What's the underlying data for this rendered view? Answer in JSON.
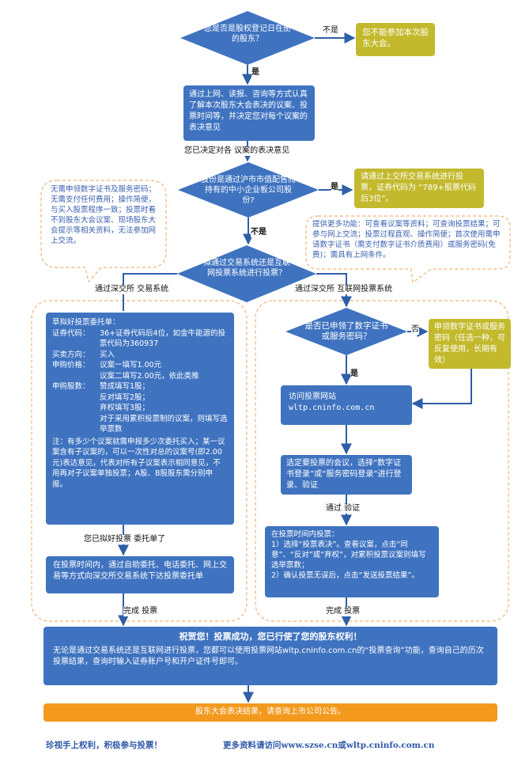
{
  "q1": {
    "text": "您是否是股权登记日在册的股东？",
    "no": "不是",
    "yes": "是",
    "no_result": "您不能参加本次股东大会。"
  },
  "step_learn": "通过上网、读报、咨询等方式认真了解本次股东大会表决的议案、投票时间等，并决定您对每个议案的表决意见",
  "label_decided": "您已决定对各 议案的表决意见",
  "q2": {
    "text": "股份是通过沪市市值配售而持有的中小企业板公司股份?",
    "yes": "是",
    "no": "不是",
    "yes_result": "请通过上交所交易系统进行投票，证券代码为 “789+股票代码后3位”。"
  },
  "note_left": "无需申领数字证书及服务密码；无需支付任何费用；操作简便，与买入股票程序一致；投票时看不到股东大会议案、现场股东大会提示等相关资料，无法参加网上交流。",
  "note_right": "提供更多功能：可查看议案等资料；可查询投票结果；可参与网上交流；投票过程直观、操作简便；首次使用需申请数字证书（需支付数字证书介质费用）或服务密码(免费)；需具有上网条件。",
  "q3": {
    "text": "拟通过交易系统还是互联网投票系统进行投票？"
  },
  "label_trade": "通过深交所 交易系统",
  "label_internet": "通过深交所 互联网投票系统",
  "draft": {
    "title": "草拟好投票委托单：",
    "rows": [
      {
        "k": "证券代码：",
        "v": "36+证券代码后4位，如金牛能源的投票代码为360937"
      },
      {
        "k": "买卖方向：",
        "v": "买入"
      },
      {
        "k": "申购价格：",
        "v": "议案一填写1.00元"
      },
      {
        "k": "",
        "v": "议案二填写2.00元，依此类推"
      },
      {
        "k": "申购股数：",
        "v": "赞成填写1股；"
      },
      {
        "k": "",
        "v": "反对填写2股；"
      },
      {
        "k": "",
        "v": "弃权填写3股；"
      },
      {
        "k": "",
        "v": "对于采用累积投票制的议案，则填写选举票数"
      }
    ],
    "note": "注：有多少个议案就需申报多少次委托买入；某一议案含有子议案的，可以一次性对总的议案号(即2.00元)表达意见，代表对所有子议案表示相同意见，不用再对子议案单独投票；A股、B股股东需分别申报。"
  },
  "label_ready": "您已拟好投票 委托单了",
  "step_trade": "在投票时间内，通过自助委托、电话委托、网上交易等方式向深交所交易系统下达投票委托单",
  "label_done_left": "完成 投票",
  "q4": {
    "text": "是否已申领了数字证书或服务密码？",
    "no": "否",
    "yes": "是",
    "no_result": "申领数字证书或服务密码（任选一种，可反复使用，长期有效）"
  },
  "visit": {
    "line1": "访问投票网站",
    "line2": "wltp.cninfo.com.cn"
  },
  "select_meeting": "选定要投票的会议，选择“数字证书登录”或“服务密码登录”进行登录、验证",
  "label_verify": "通过 验证",
  "vote_steps": {
    "title": "在投票时间内投票：",
    "s1": "1）选择“投票表决”。查看议案，点击“同意”、“反对”或“弃权”，对累积投票议案则填写选举票数；",
    "s2": "2）确认投票无误后，点击“发送投票结果”。"
  },
  "label_done_right": "完成 投票",
  "congrats": {
    "title": "祝贺您！投票成功，您已行使了您的股东权利！",
    "body": "无论是通过交易系统还是互联网进行投票，您都可以使用投票网站wltp.cninfo.com.cn的“投票查询”功能，查询自己的历次投票结果，查询时输入证券账户号和开户证件号即可。"
  },
  "result": "股东大会表决结果，请查询上市公司公告。",
  "footer_left": "珍视手上权利，积极参与投票！",
  "footer_right": "更多资料请访问www.szse.cn或wltp.cninfo.com.cn",
  "colors": {
    "blue": "#3f73c0",
    "olive": "#c3b92c",
    "orange": "#f39a1e",
    "dash": "#f0b27a",
    "arrow": "#2f5fa8"
  }
}
